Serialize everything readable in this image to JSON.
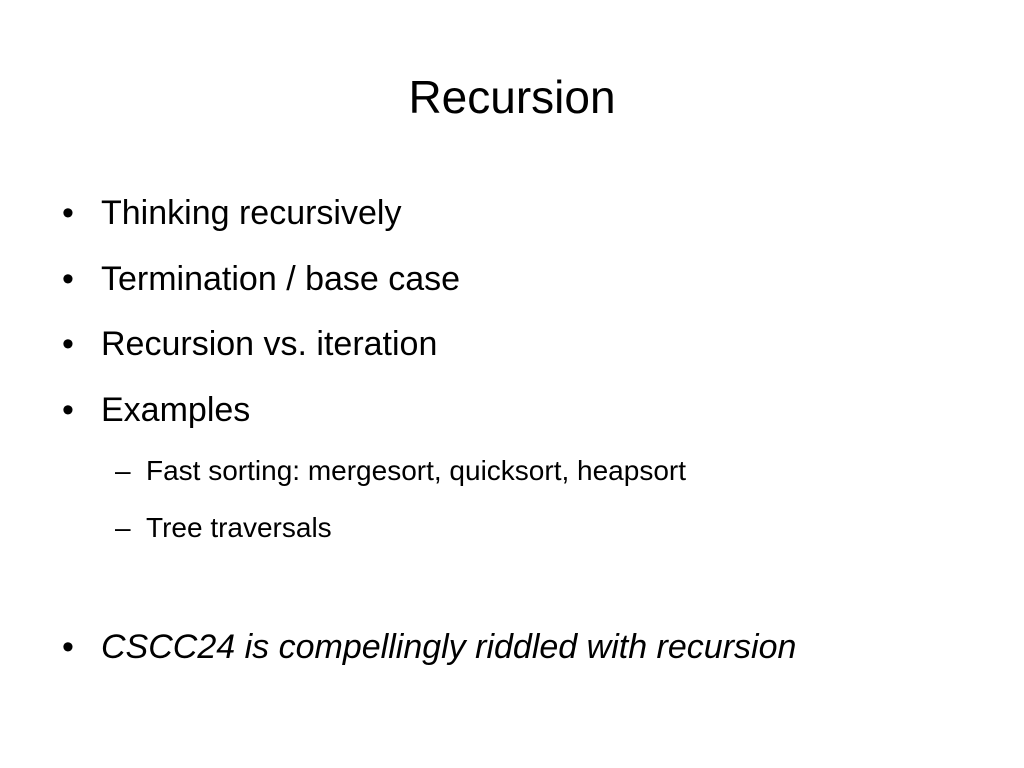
{
  "slide": {
    "title": "Recursion",
    "bullets": [
      {
        "marker": "•",
        "text": "Thinking recursively"
      },
      {
        "marker": "•",
        "text": "Termination / base case"
      },
      {
        "marker": "•",
        "text": "Recursion vs. iteration"
      },
      {
        "marker": "•",
        "text": "Examples"
      },
      {
        "marker": "–",
        "text": "Fast sorting: mergesort, quicksort, heapsort"
      },
      {
        "marker": "–",
        "text": "Tree traversals"
      },
      {
        "marker": "•",
        "text": "CSCC24 is compellingly riddled with recursion"
      }
    ]
  }
}
